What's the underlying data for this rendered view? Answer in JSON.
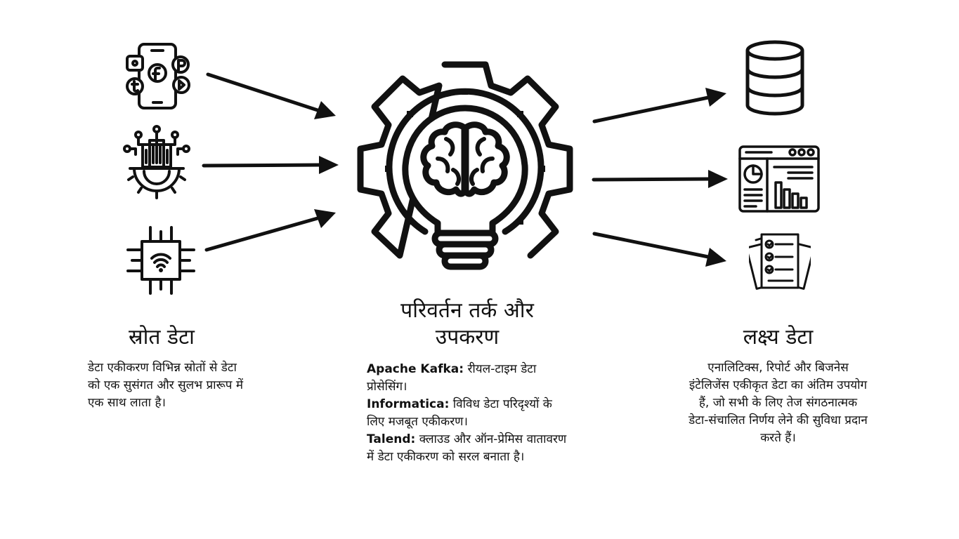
{
  "source": {
    "title": "स्रोत डेटा",
    "description": "डेटा एकीकरण विभिन्न स्रोतों से डेटा को एक सुसंगत और सुलभ प्रारूप में एक साथ लाता है।"
  },
  "transform": {
    "title_line1": "परिवर्तन तर्क और",
    "title_line2": "उपकरण",
    "tools": [
      {
        "name": "Apache Kafka:",
        "text": "रीयल-टाइम डेटा प्रोसेसिंग।"
      },
      {
        "name": "Informatica:",
        "text": "विविध डेटा परिदृश्यों के लिए मजबूत एकीकरण।"
      },
      {
        "name": "Talend:",
        "text": "क्लाउड और ऑन-प्रेमिस वातावरण में डेटा एकीकरण को सरल बनाता है।"
      }
    ]
  },
  "target": {
    "title": "लक्ष्य डेटा",
    "description": "एनालिटिक्स, रिपोर्ट और बिजनेस इंटेलिजेंस एकीकृत डेटा का अंतिम उपयोग हैं, जो सभी के लिए तेज संगठनात्मक डेटा-संचालित निर्णय लेने की सुविधा प्रदान करते हैं।"
  },
  "icons": {
    "source": [
      "social-media-phone-icon",
      "smart-city-icon",
      "iot-chip-icon"
    ],
    "center": "gear-lightbulb-brain-icon",
    "target": [
      "database-icon",
      "dashboard-icon",
      "checklist-icon"
    ]
  },
  "colors": {
    "ink": "#111111",
    "background": "#ffffff"
  }
}
